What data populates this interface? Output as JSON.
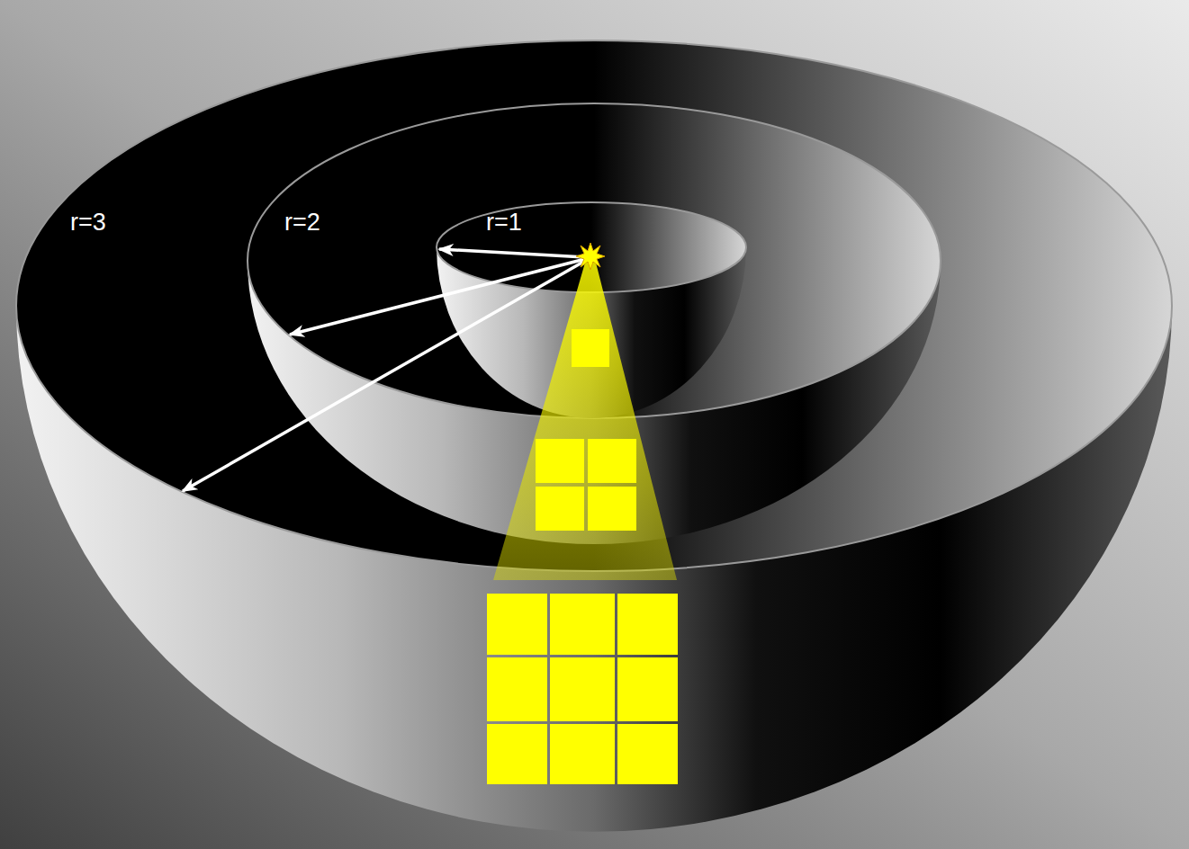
{
  "diagram": {
    "labels": [
      "r=3",
      "r=2",
      "r=1"
    ]
  }
}
